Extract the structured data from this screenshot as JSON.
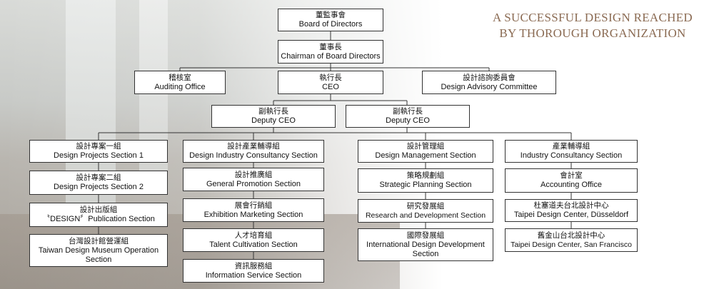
{
  "headline": {
    "line1": "A SUCCESSFUL DESIGN REACHED",
    "line2": "BY THOROUGH ORGANIZATION"
  },
  "org": {
    "board": {
      "zh": "董監事會",
      "en": "Board of Directors"
    },
    "chairman": {
      "zh": "董事長",
      "en": "Chairman of Board Directors"
    },
    "auditing": {
      "zh": "稽核室",
      "en": "Auditing Office"
    },
    "ceo": {
      "zh": "執行長",
      "en": "CEO"
    },
    "advisory": {
      "zh": "設計諮詢委員會",
      "en": "Design Advisory Committee"
    },
    "deputy1": {
      "zh": "副執行長",
      "en": "Deputy CEO"
    },
    "deputy2": {
      "zh": "副執行長",
      "en": "Deputy CEO"
    },
    "col1": [
      {
        "zh": "設計專案一組",
        "en": "Design Projects Section 1"
      },
      {
        "zh": "設計專案二組",
        "en": "Design Projects Section 2"
      },
      {
        "zh": "設計出版組",
        "en": "〝DESIGN〞Publication Section"
      },
      {
        "zh": "台灣設計館營運組",
        "en": "Taiwan Design Museum Operation Section"
      }
    ],
    "col2": [
      {
        "zh": "設計產業輔導組",
        "en": "Design Industry Consultancy Section"
      },
      {
        "zh": "設計推廣組",
        "en": "General Promotion Section"
      },
      {
        "zh": "展會行銷組",
        "en": "Exhibition Marketing Section"
      },
      {
        "zh": "人才培育組",
        "en": "Talent Cultivation Section"
      },
      {
        "zh": "資訊服務組",
        "en": "Information Service Section"
      }
    ],
    "col3": [
      {
        "zh": "設計管理組",
        "en": "Design Management Section"
      },
      {
        "zh": "策略規劃組",
        "en": "Strategic Planning Section"
      },
      {
        "zh": "研究發展組",
        "en": "Research and Development Section"
      },
      {
        "zh": "國際發展組",
        "en": "International Design Development Section"
      }
    ],
    "col4": [
      {
        "zh": "產業輔導組",
        "en": "Industry Consultancy Section"
      },
      {
        "zh": "會計室",
        "en": "Accounting Office"
      },
      {
        "zh": "杜塞道夫台北設計中心",
        "en": "Taipei Design Center, Düsseldorf"
      },
      {
        "zh": "舊金山台北設計中心",
        "en": "Taipei Design Center, San Francisco"
      }
    ]
  }
}
